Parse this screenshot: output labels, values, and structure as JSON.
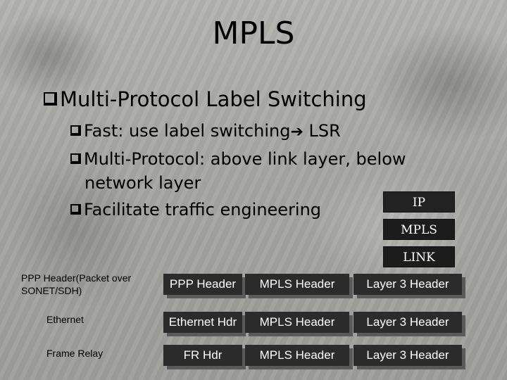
{
  "title": "MPLS",
  "main_bullet": "Multi-Protocol Label Switching",
  "sub_bullets": {
    "fast_prefix": "Fast: use label switching",
    "fast_suffix": " LSR",
    "multi_line1": "Multi-Protocol: above link layer, below",
    "multi_line2": "network layer",
    "traffic": "Facilitate traffic engineering"
  },
  "stack": [
    "IP",
    "MPLS",
    "LINK"
  ],
  "rows": [
    {
      "label": "PPP Header(Packet over SONET/SDH)",
      "cells": [
        "PPP Header",
        "MPLS Header",
        "Layer 3 Header"
      ]
    },
    {
      "label": "Ethernet",
      "cells": [
        "Ethernet Hdr",
        "MPLS Header",
        "Layer 3 Header"
      ]
    },
    {
      "label": "Frame Relay",
      "cells": [
        "FR Hdr",
        "MPLS Header",
        "Layer 3 Header"
      ]
    }
  ],
  "icons": {
    "bullet": "checkbox-bullet-icon",
    "arrow": "right-arrow-icon"
  }
}
